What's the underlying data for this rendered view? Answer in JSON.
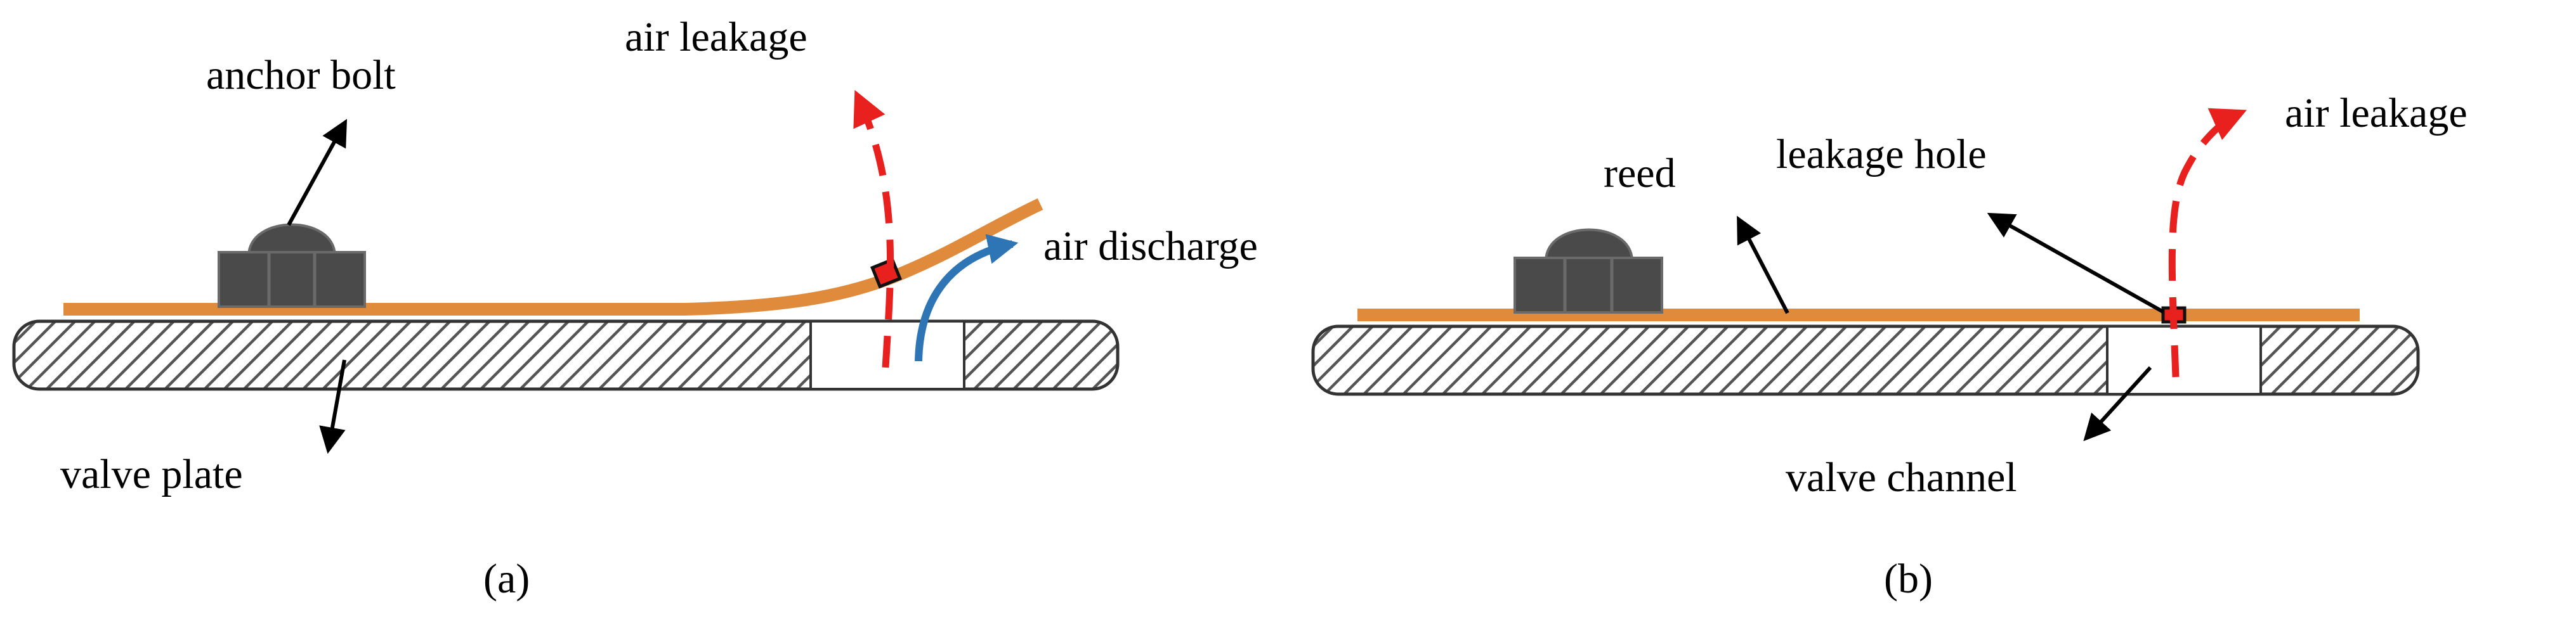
{
  "panel_a": {
    "labels": {
      "anchor_bolt": "anchor bolt",
      "air_leakage": "air leakage",
      "air_discharge": "air discharge",
      "valve_plate": "valve plate"
    },
    "caption": "(a)"
  },
  "panel_b": {
    "labels": {
      "reed": "reed",
      "leakage_hole": "leakage hole",
      "air_leakage": "air leakage",
      "valve_channel": "valve channel"
    },
    "caption": "(b)"
  },
  "colors": {
    "reed": "#E08A3C",
    "leakage_arrow": "#E8211E",
    "discharge_arrow": "#2E75B6",
    "bolt": "#4A4A4A",
    "plate_hatch": "#555555"
  }
}
